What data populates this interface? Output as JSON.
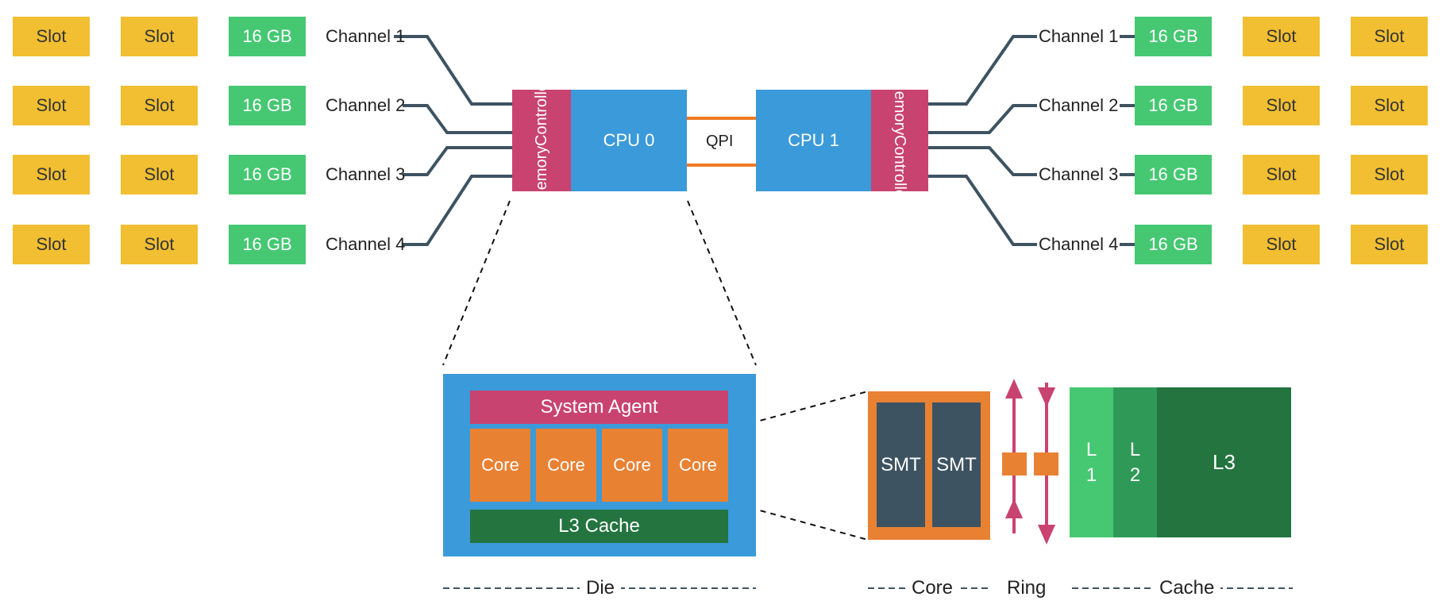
{
  "colors": {
    "slot": "#f1bf31",
    "ram": "#46c873",
    "cpu": "#3b9ad9",
    "controller": "#c94370",
    "core": "#e98133",
    "l3": "#23743f",
    "l2": "#2f9a58",
    "wire": "#3e5361",
    "qpi": "#ef7a22"
  },
  "left_bank": {
    "rows": [
      {
        "slots": [
          "Slot",
          "Slot"
        ],
        "dimm": "16 GB",
        "channel": "Channel 1"
      },
      {
        "slots": [
          "Slot",
          "Slot"
        ],
        "dimm": "16 GB",
        "channel": "Channel 2"
      },
      {
        "slots": [
          "Slot",
          "Slot"
        ],
        "dimm": "16 GB",
        "channel": "Channel 3"
      },
      {
        "slots": [
          "Slot",
          "Slot"
        ],
        "dimm": "16 GB",
        "channel": "Channel 4"
      }
    ]
  },
  "right_bank": {
    "rows": [
      {
        "slots": [
          "Slot",
          "Slot"
        ],
        "dimm": "16 GB",
        "channel": "Channel 1"
      },
      {
        "slots": [
          "Slot",
          "Slot"
        ],
        "dimm": "16 GB",
        "channel": "Channel 2"
      },
      {
        "slots": [
          "Slot",
          "Slot"
        ],
        "dimm": "16 GB",
        "channel": "Channel 3"
      },
      {
        "slots": [
          "Slot",
          "Slot"
        ],
        "dimm": "16 GB",
        "channel": "Channel 4"
      }
    ]
  },
  "cpu0": {
    "label": "CPU 0",
    "controller": [
      "Memory",
      "Controller"
    ]
  },
  "cpu1": {
    "label": "CPU 1",
    "controller": [
      "Memory",
      "Controller"
    ]
  },
  "interconnect": {
    "label": "QPI"
  },
  "die": {
    "system_agent": "System Agent",
    "cores": [
      "Core",
      "Core",
      "Core",
      "Core"
    ],
    "l3": "L3 Cache"
  },
  "core_detail": {
    "threads": [
      "SMT",
      "SMT"
    ]
  },
  "cache_detail": {
    "l1": [
      "L",
      "1"
    ],
    "l2": [
      "L",
      "2"
    ],
    "l3": "L3"
  },
  "legend": {
    "die": "Die",
    "core": "Core",
    "ring": "Ring",
    "cache": "Cache"
  }
}
